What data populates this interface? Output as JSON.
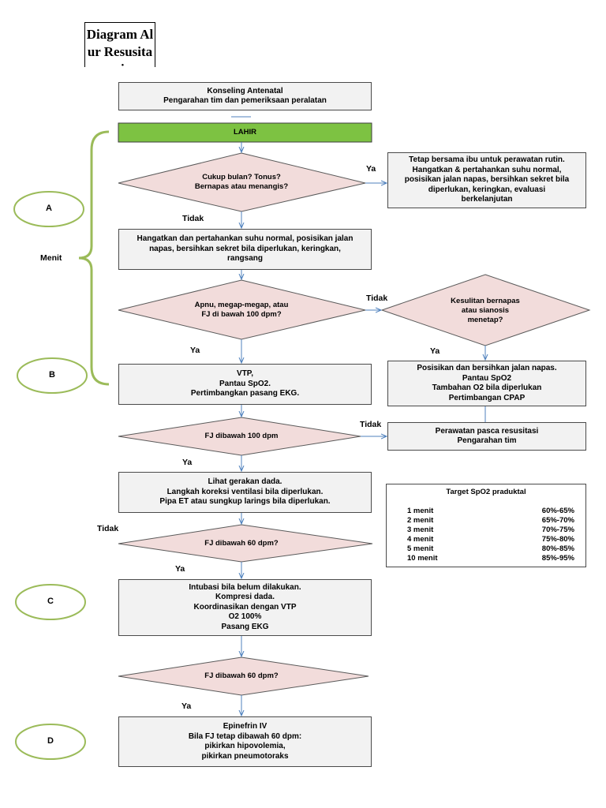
{
  "title": "Diagram Alur Resusitasi",
  "colors": {
    "diamond_fill": "#f2dcdb",
    "diamond_stroke": "#5a5a5a",
    "lahir_fill": "#7dc242",
    "bracket": "#9bbb59",
    "arrow": "#4f81bd",
    "box_fill": "#f2f2f2"
  },
  "nodes": {
    "antenatal": [
      "Konseling Antenatal",
      "Pengarahan tim dan pemeriksaan peralatan"
    ],
    "lahir": "LAHIR",
    "d1": [
      "Cukup bulan? Tonus?",
      "Bernapas atau menangis?"
    ],
    "rutin": [
      "Tetap bersama ibu untuk perawatan rutin.",
      "Hangatkan & pertahankan suhu normal,",
      "posisikan jalan napas, bersihkan sekret bila",
      "diperlukan, keringkan, evaluasi",
      "berkelanjutan"
    ],
    "hangatkan": [
      "Hangatkan dan pertahankan suhu normal, posisikan jalan",
      "napas, bersihkan sekret bila diperlukan, keringkan,",
      "rangsang"
    ],
    "d2": [
      "Apnu, megap-megap, atau",
      "FJ di bawah 100 dpm?"
    ],
    "d3": [
      "Kesulitan bernapas",
      "atau sianosis",
      "menetap?"
    ],
    "vtp": [
      "VTP,",
      "Pantau SpO2.",
      "Pertimbangkan pasang EKG."
    ],
    "posisikan": [
      "Posisikan dan bersihkan jalan napas.",
      "Pantau SpO2",
      "Tambahan O2 bila diperlukan",
      "Pertimbangan CPAP"
    ],
    "d4": [
      "FJ dibawah 100 dpm"
    ],
    "pasca": [
      "Perawatan pasca resusitasi",
      "Pengarahan tim"
    ],
    "lihat": [
      "Lihat gerakan dada.",
      "Langkah koreksi ventilasi bila diperlukan.",
      "Pipa ET atau sungkup larings bila diperlukan."
    ],
    "d5": [
      "FJ dibawah 60 dpm?"
    ],
    "intubasi": [
      "Intubasi bila belum dilakukan.",
      "Kompresi dada.",
      "Koordinasikan dengan VTP",
      "O2 100%",
      "Pasang EKG"
    ],
    "d6": [
      "FJ dibawah 60 dpm?"
    ],
    "epinefrin": [
      "Epinefrin IV",
      "Bila FJ tetap dibawah 60 dpm:",
      "pikirkan hipovolemia,",
      "pikirkan pneumotoraks"
    ]
  },
  "edge_labels": {
    "ya_rutin": "Ya",
    "tidak_1": "Tidak",
    "tidak_d3": "Tidak",
    "ya_vtp": "Ya",
    "ya_posisikan": "Ya",
    "tidak_pasca": "Tidak",
    "ya_lihat": "Ya",
    "tidak_d5": "Tidak",
    "ya_intubasi": "Ya",
    "ya_epinefrin": "Ya"
  },
  "side": {
    "menit": "Menit",
    "circles": [
      "A",
      "B",
      "C",
      "D"
    ]
  },
  "target": {
    "title": "Target SpO2 praduktal",
    "rows": [
      {
        "minute": "1 menit",
        "range": "60%-65%"
      },
      {
        "minute": "2 menit",
        "range": "65%-70%"
      },
      {
        "minute": "3 menit",
        "range": "70%-75%"
      },
      {
        "minute": "4 menit",
        "range": "75%-80%"
      },
      {
        "minute": "5 menit",
        "range": "80%-85%"
      },
      {
        "minute": "10 menit",
        "range": "85%-95%"
      }
    ]
  }
}
